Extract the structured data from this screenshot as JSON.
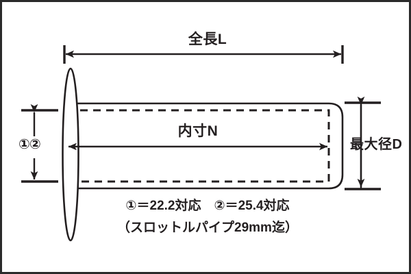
{
  "diagram": {
    "title": "throttle-grip-dimension-drawing",
    "colors": {
      "ink": "#231f20",
      "frame": "#2b2b2b",
      "background": "#ffffff"
    },
    "labels": {
      "total_length": "全長L",
      "inner_length": "内寸N",
      "max_diameter": "最大径D",
      "circled_pair": "①②"
    },
    "captions": {
      "line1": "①＝22.2対応　②＝25.4対応",
      "line2": "（スロットルパイプ29mm迄）"
    },
    "notes": {
      "mark1": "①",
      "mark1_value": "22.2対応",
      "mark2": "②",
      "mark2_value": "25.4対応",
      "pipe_note": "スロットルパイプ29mm迄"
    }
  }
}
